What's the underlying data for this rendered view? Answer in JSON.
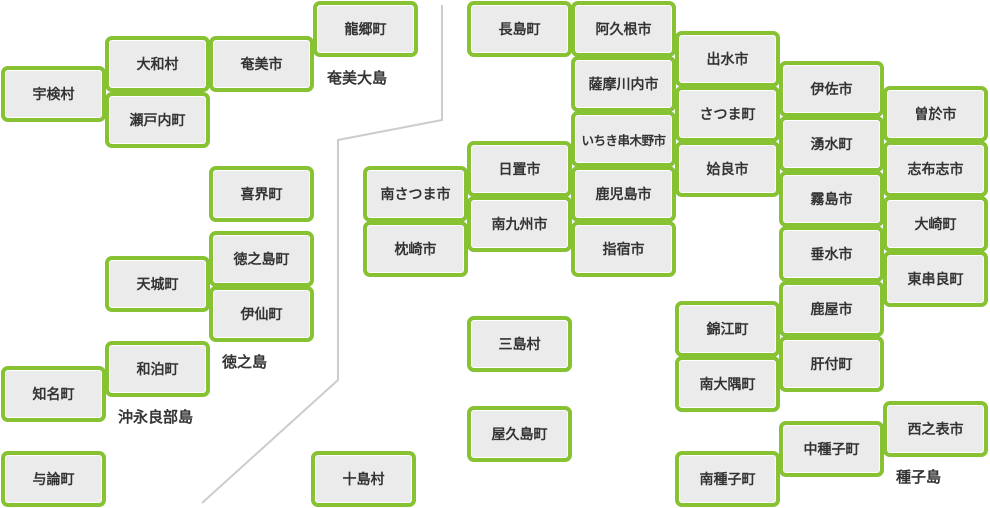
{
  "tiles": [
    {
      "name": "宇検村"
    },
    {
      "name": "大和村"
    },
    {
      "name": "瀬戸内町"
    },
    {
      "name": "奄美市"
    },
    {
      "name": "龍郷町"
    },
    {
      "name": "喜界町"
    },
    {
      "name": "徳之島町"
    },
    {
      "name": "伊仙町"
    },
    {
      "name": "天城町"
    },
    {
      "name": "和泊町"
    },
    {
      "name": "知名町"
    },
    {
      "name": "与論町"
    },
    {
      "name": "十島村"
    },
    {
      "name": "長島町"
    },
    {
      "name": "阿久根市"
    },
    {
      "name": "薩摩川内市"
    },
    {
      "name": "いちき串木野市"
    },
    {
      "name": "鹿児島市"
    },
    {
      "name": "指宿市"
    },
    {
      "name": "日置市"
    },
    {
      "name": "南九州市"
    },
    {
      "name": "南さつま市"
    },
    {
      "name": "枕崎市"
    },
    {
      "name": "三島村"
    },
    {
      "name": "屋久島町"
    },
    {
      "name": "出水市"
    },
    {
      "name": "さつま町"
    },
    {
      "name": "姶良市"
    },
    {
      "name": "伊佐市"
    },
    {
      "name": "湧水町"
    },
    {
      "name": "霧島市"
    },
    {
      "name": "垂水市"
    },
    {
      "name": "鹿屋市"
    },
    {
      "name": "肝付町"
    },
    {
      "name": "曽於市"
    },
    {
      "name": "志布志市"
    },
    {
      "name": "大崎町"
    },
    {
      "name": "東串良町"
    },
    {
      "name": "錦江町"
    },
    {
      "name": "南大隅町"
    },
    {
      "name": "中種子町"
    },
    {
      "name": "西之表市"
    },
    {
      "name": "南種子町"
    }
  ],
  "islands": {
    "amami": "奄美大島",
    "tokunoshima": "徳之島",
    "okinoerabu": "沖永良部島",
    "tanegashima": "種子島"
  },
  "colors": {
    "border": "#86c232",
    "fill": "#ebebeb",
    "divider": "#cccccc"
  }
}
